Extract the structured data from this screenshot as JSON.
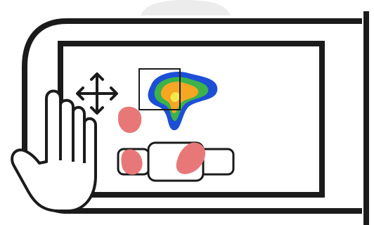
{
  "scene": {
    "description_visible_text": "",
    "colors": {
      "outline": "#1b1b1b",
      "background": "#ffffff",
      "backdrop_shape": "#ececec",
      "touch_blob": "#e87878",
      "heatmap_outer": "#1d4fd6",
      "heatmap_mid": "#3bb34a",
      "heatmap_inner": "#f5a623",
      "heatmap_core": "#f7e84a"
    },
    "icons": {
      "tablet": "tablet-landscape-icon",
      "screen": "tablet-screen",
      "move": "move-arrows-icon",
      "hand": "hand-pointer-icon",
      "heatmap": "heatmap-blob",
      "selection": "selection-box",
      "carousel": "carousel-pills"
    }
  }
}
